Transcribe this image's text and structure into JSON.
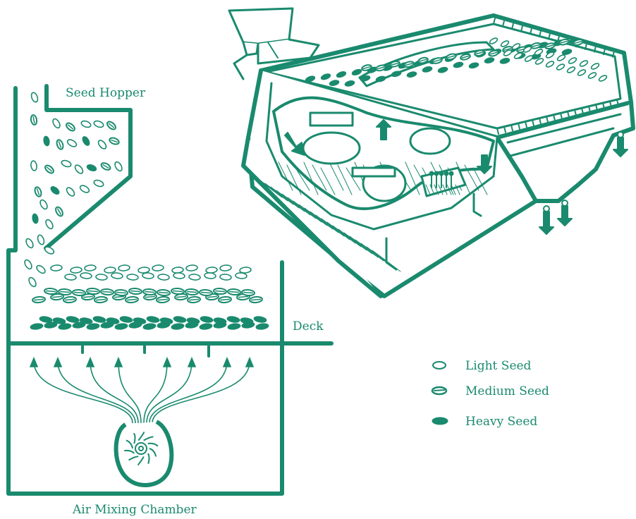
{
  "colors": {
    "ink": "#1a8a6e",
    "background": "#ffffff"
  },
  "labels": {
    "seed_hopper": "Seed Hopper",
    "deck": "Deck",
    "air_mixing_chamber": "Air Mixing Chamber"
  },
  "legend": [
    {
      "label": "Light Seed",
      "icon": "light-seed-icon"
    },
    {
      "label": "Medium Seed",
      "icon": "medium-seed-icon"
    },
    {
      "label": "Heavy Seed",
      "icon": "heavy-seed-icon"
    }
  ]
}
